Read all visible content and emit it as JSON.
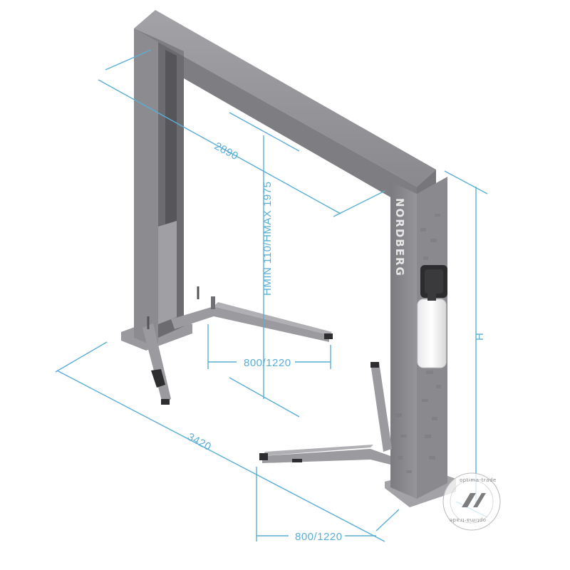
{
  "diagram": {
    "brand": "NORDBERG",
    "dimensions": {
      "depth": "2890",
      "height_range": "HMIN 110/HMAX 1975",
      "arm_reach_rear": "800/1220",
      "overall_width": "3420",
      "arm_reach_front": "800/1220",
      "column_height": "H"
    },
    "watermark": {
      "text_top": "optima-trade",
      "text_bottom": "optima-trade"
    },
    "colors": {
      "frame": "#8f8f93",
      "frame_dark": "#6f6f73",
      "frame_light": "#a9a9ad",
      "dimension": "#5aaed6"
    }
  }
}
